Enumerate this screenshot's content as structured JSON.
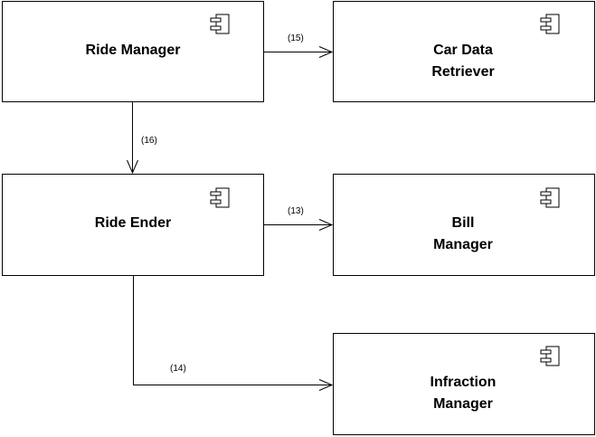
{
  "components": {
    "ride_manager": {
      "lines": [
        "Ride Manager"
      ]
    },
    "car_data_retriever": {
      "lines": [
        "Car Data",
        "Retriever"
      ]
    },
    "ride_ender": {
      "lines": [
        "Ride Ender"
      ]
    },
    "bill_manager": {
      "lines": [
        "Bill",
        "Manager"
      ]
    },
    "infraction_manager": {
      "lines": [
        "Infraction",
        "Manager"
      ]
    }
  },
  "connections": [
    {
      "from": "ride_manager",
      "to": "car_data_retriever",
      "label": "(15)"
    },
    {
      "from": "ride_manager",
      "to": "ride_ender",
      "label": "(16)"
    },
    {
      "from": "ride_ender",
      "to": "bill_manager",
      "label": "(13)"
    },
    {
      "from": "ride_ender",
      "to": "infraction_manager",
      "label": "(14)"
    }
  ]
}
